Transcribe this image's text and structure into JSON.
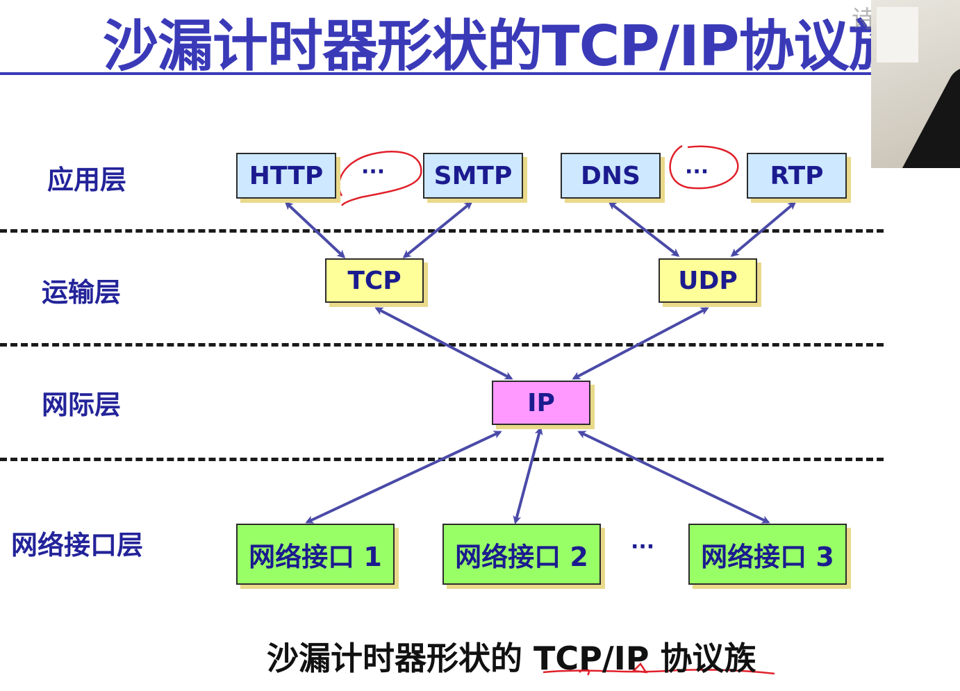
{
  "title": "沙漏计时器形状的TCP/IP协议族",
  "watermark": "诗已经存",
  "layers": {
    "application": "应用层",
    "transport": "运输层",
    "internet": "网际层",
    "network_interface": "网络接口层"
  },
  "application_protocols": [
    "HTTP",
    "···",
    "SMTP",
    "DNS",
    "···",
    "RTP"
  ],
  "transport_protocols": [
    "TCP",
    "UDP"
  ],
  "internet_protocol": "IP",
  "network_interfaces": [
    "网络接口 1",
    "网络接口 2",
    "···",
    "网络接口 3"
  ],
  "caption": "沙漏计时器形状的 TCP/IP 协议族",
  "colors": {
    "title": "#3a3ab8",
    "application_box": "#cde8ff",
    "transport_box": "#ffff99",
    "ip_box": "#ff99ff",
    "interface_box": "#99ff66",
    "arrow": "#4a4aa8",
    "annotation": "#e0202a"
  }
}
